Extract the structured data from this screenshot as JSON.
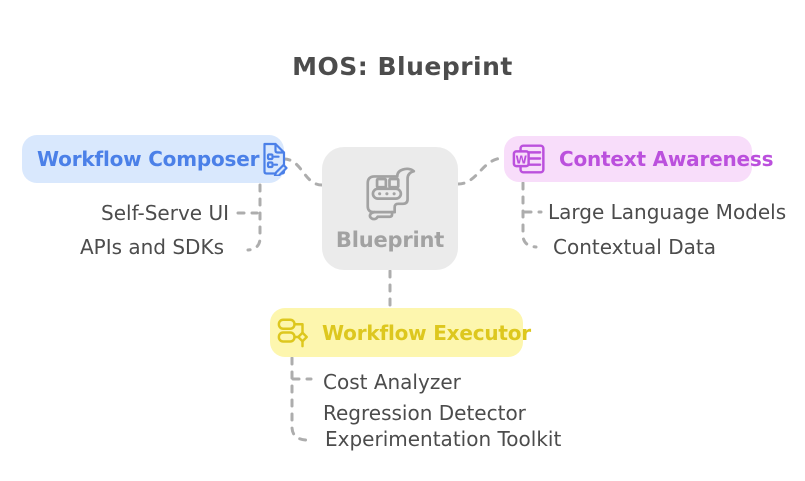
{
  "title": "MOS: Blueprint",
  "center": {
    "label": "Blueprint",
    "icon": "conveyor-scroll-icon"
  },
  "branches": {
    "composer": {
      "label": "Workflow Composer",
      "icon": "document-edit-icon",
      "children": [
        "Self-Serve UI",
        "APIs and SDKs"
      ]
    },
    "context": {
      "label": "Context Awareness",
      "icon": "word-document-icon",
      "icon_letter": "W",
      "children": [
        "Large Language Models",
        "Contextual Data"
      ]
    },
    "executor": {
      "label": "Workflow Executor",
      "icon": "workflow-icon",
      "children": [
        "Cost Analyzer",
        "Regression Detector",
        "Experimentation Toolkit"
      ]
    }
  },
  "colors": {
    "composer-bg": "#d9e8fd",
    "composer-fg": "#4b80e8",
    "context-bg": "#f8ddfa",
    "context-fg": "#bb50dd",
    "executor-bg": "#fdf6ae",
    "executor-fg": "#ddc71e",
    "center-bg": "#ebebeb",
    "center-fg": "#a2a2a2",
    "text": "#4c4c4c",
    "connector": "#adadad"
  }
}
